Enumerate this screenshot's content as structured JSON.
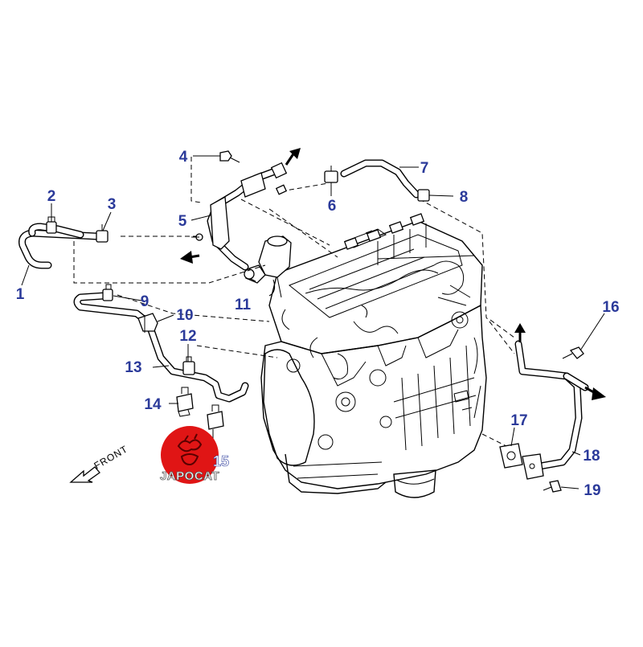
{
  "diagram": {
    "callouts": [
      "1",
      "2",
      "3",
      "4",
      "5",
      "6",
      "7",
      "8",
      "9",
      "10",
      "11",
      "12",
      "13",
      "14",
      "15",
      "16",
      "17",
      "18",
      "19"
    ],
    "front_label": "FRONT",
    "watermark_text": "JAPOCAT",
    "colors": {
      "callout": "#2b3a9a",
      "logo_red": "#e01515",
      "line": "#000000"
    }
  }
}
